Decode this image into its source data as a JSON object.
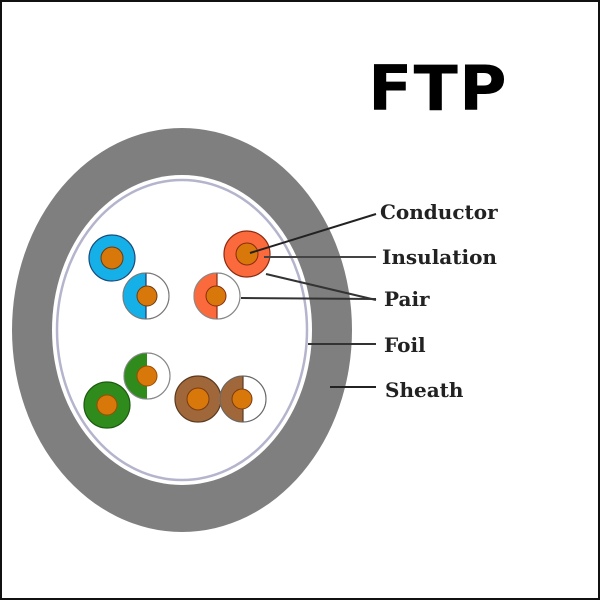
{
  "title": "FTP",
  "labels": {
    "conductor": "Conductor",
    "insulation": "Insulation",
    "pair": "Pair",
    "foil": "Foil",
    "sheath": "Sheath"
  },
  "colors": {
    "sheath": "#7f7f7f",
    "foil": "#b8b8d0",
    "conductor": "#d9780a",
    "blue": "#16b0e8",
    "orange": "#fb6a3c",
    "green": "#2e8b1c",
    "brown": "#a0683a"
  },
  "pairs": [
    {
      "name": "blue-pair",
      "color": "blue"
    },
    {
      "name": "orange-pair",
      "color": "orange"
    },
    {
      "name": "green-pair",
      "color": "green"
    },
    {
      "name": "brown-pair",
      "color": "brown"
    }
  ]
}
